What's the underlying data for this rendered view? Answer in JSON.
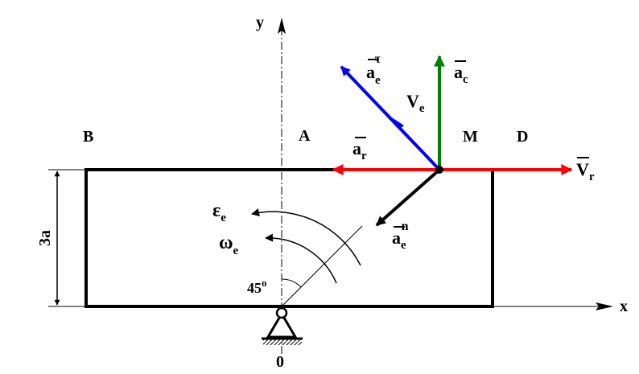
{
  "labels": {
    "axis_y": "y",
    "axis_x": "x",
    "point_B": "B",
    "point_A": "A",
    "point_M": "M",
    "point_D": "D",
    "origin": "0",
    "height": "3a",
    "angle": "45",
    "angle_deg": "o",
    "ae_tau_main": "a",
    "ae_tau_sub": "e",
    "ae_tau_sup": "τ",
    "ac_main": "a",
    "ac_sub": "c",
    "ve_main": "V",
    "ve_sub": "e",
    "ar_main": "a",
    "ar_sub": "r",
    "vr_main": "V",
    "vr_sub": "r",
    "ae_n_main": "a",
    "ae_n_sub": "e",
    "ae_n_sup": "n",
    "eps_main": "ε",
    "eps_sub": "e",
    "omega_main": "ω",
    "omega_sub": "e"
  },
  "colors": {
    "ink": "#000000",
    "relative_accel": "#ff0000",
    "coriolis": "#008000",
    "tangential": "#0000ff"
  }
}
